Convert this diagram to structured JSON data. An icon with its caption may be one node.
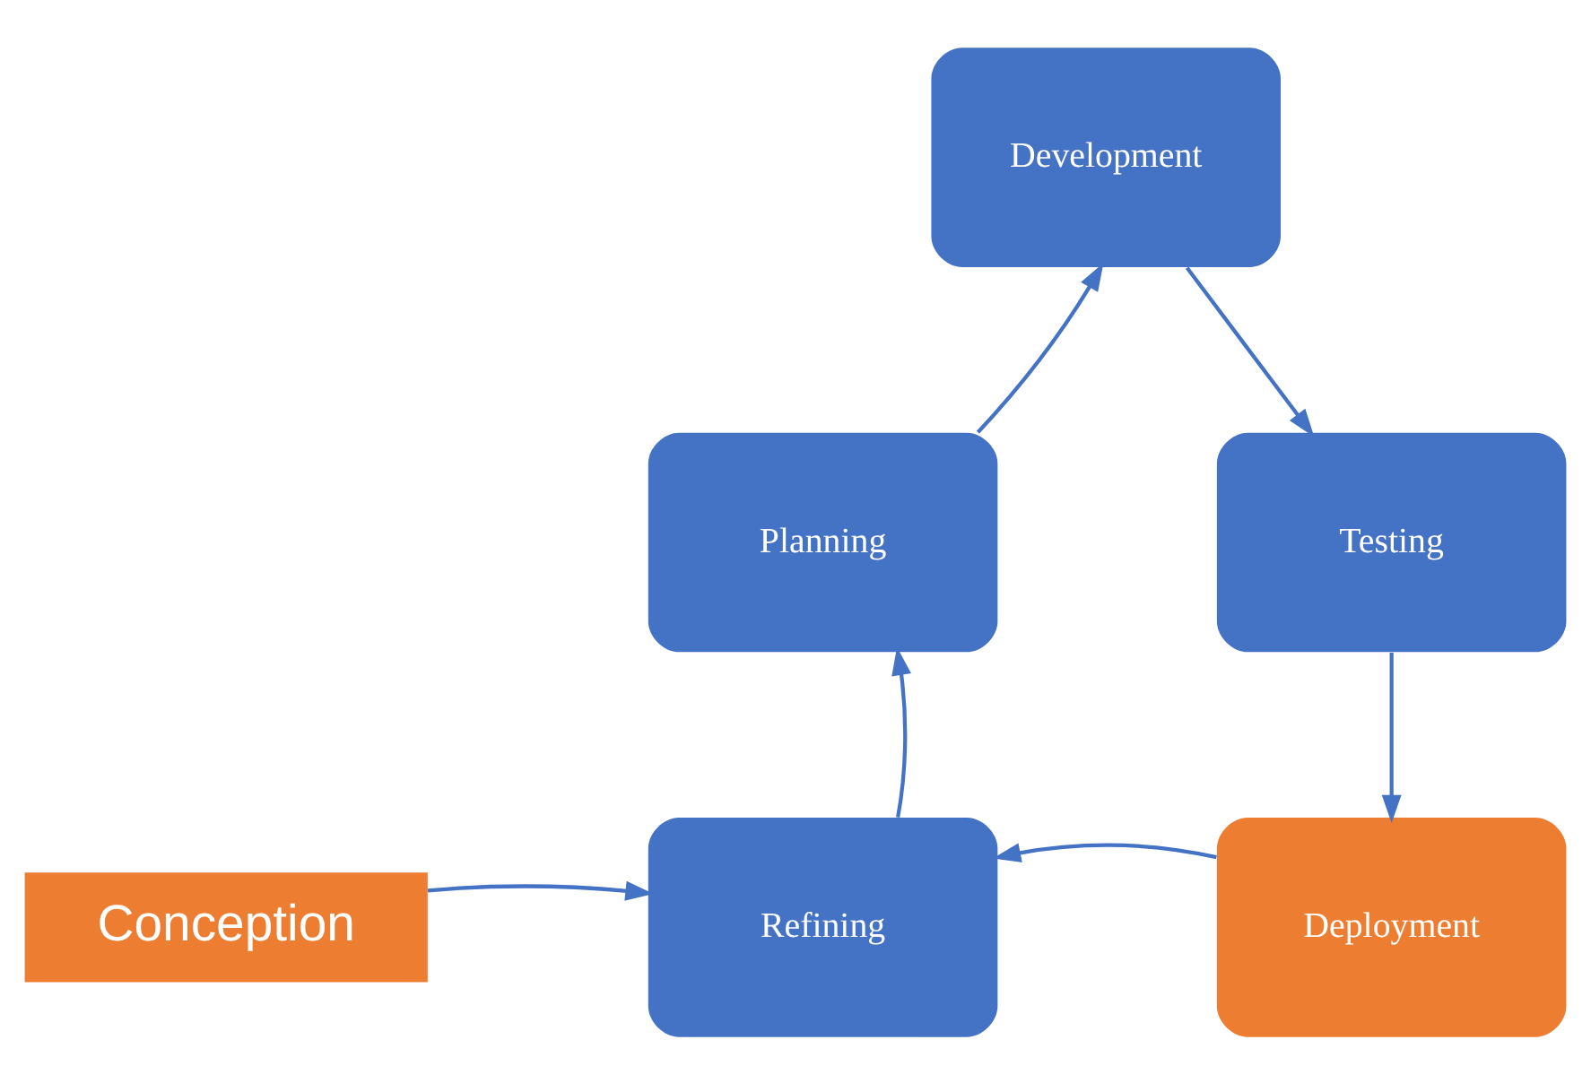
{
  "diagram": {
    "nodes": [
      {
        "text": [
          "Development"
        ]
      },
      {
        "text": [
          "Testing"
        ]
      },
      {
        "text": [
          "Deployment"
        ]
      },
      {
        "text": [
          "Refining"
        ]
      },
      {
        "text": [
          "Planning"
        ]
      },
      {
        "text": [
          "Conception"
        ]
      }
    ],
    "edges": [
      {
        "from": 0,
        "to": 1,
        "arrow": "to"
      },
      {
        "from": 1,
        "to": 2,
        "arrow": "to"
      },
      {
        "from": 2,
        "to": 3,
        "arrow": "to"
      },
      {
        "from": 3,
        "to": 4,
        "arrow": "to"
      },
      {
        "from": 4,
        "to": 0,
        "arrow": "to"
      },
      {
        "from": 5,
        "to": 3,
        "arrow": "to"
      }
    ]
  }
}
